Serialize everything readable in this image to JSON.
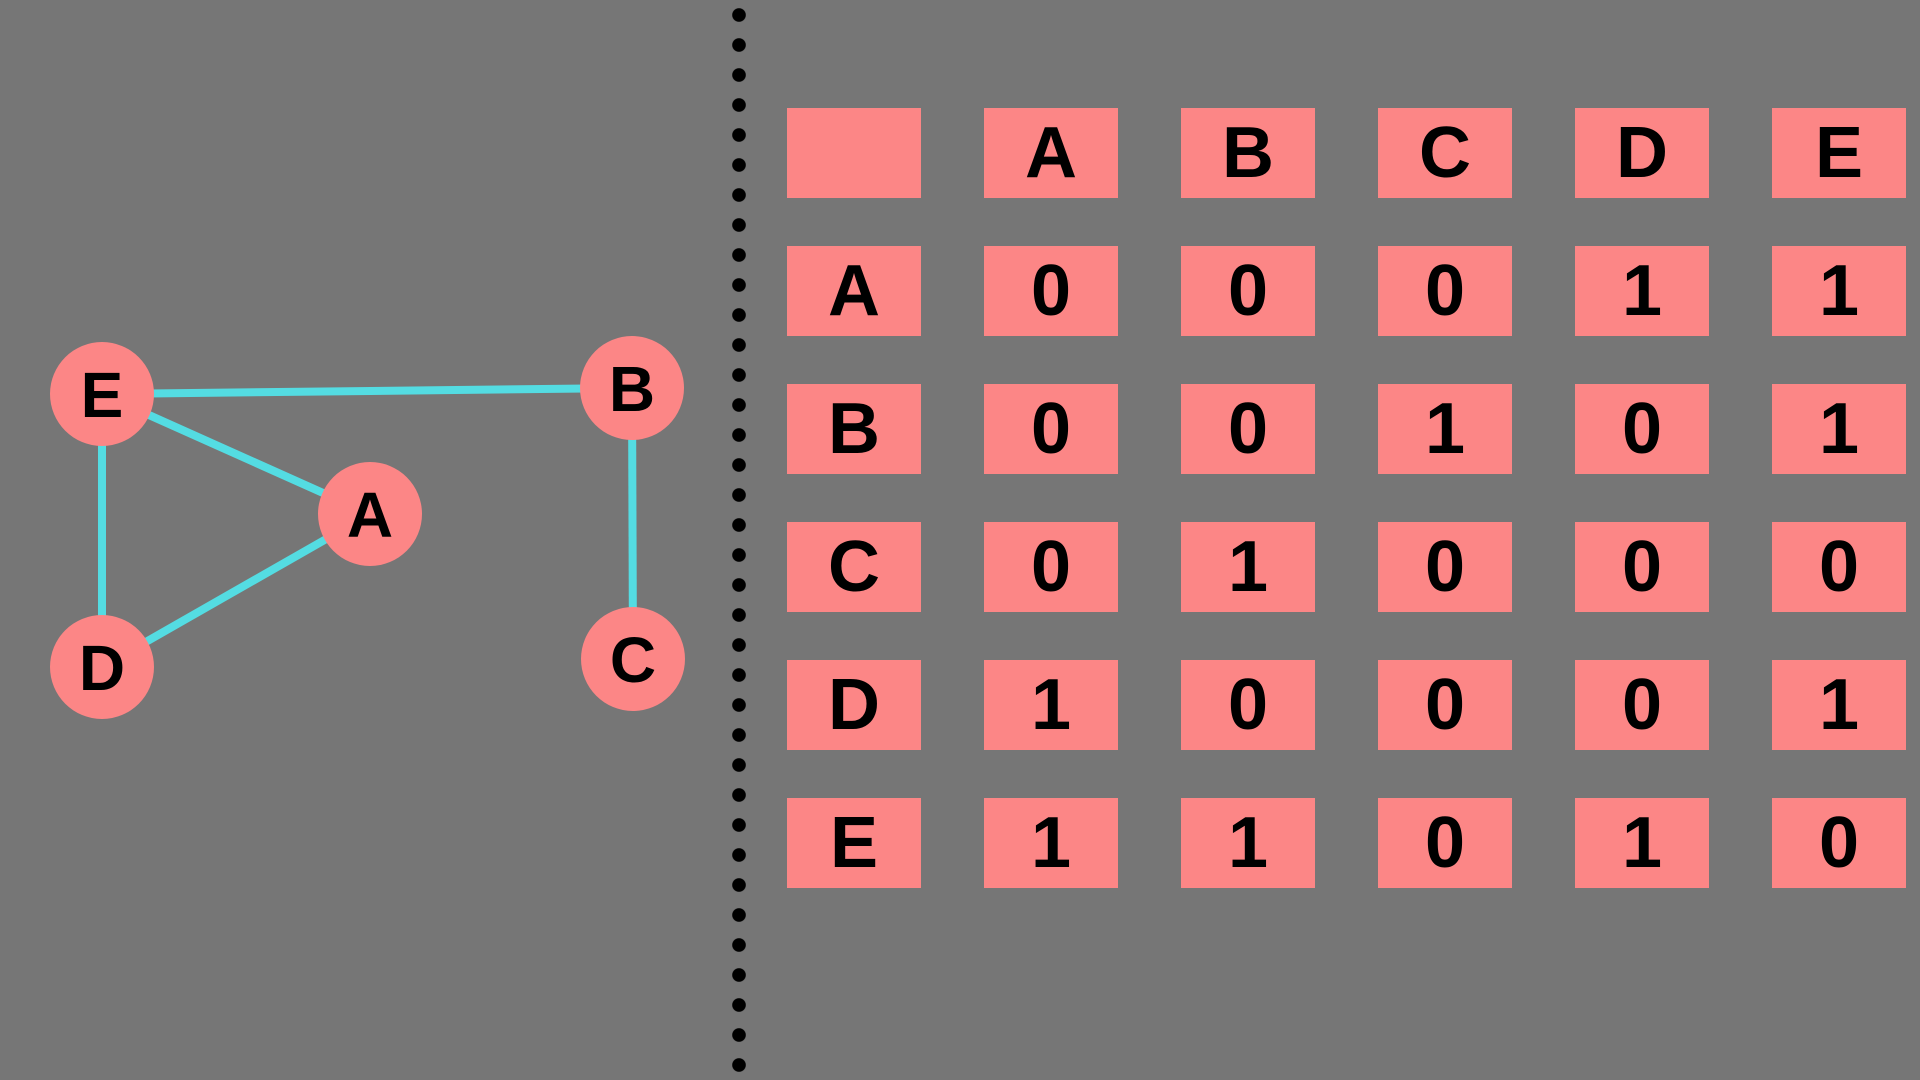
{
  "colors": {
    "background": "#767676",
    "node_fill": "#FC8686",
    "edge": "#54DCE2",
    "matrix_cell_fill": "#FC8686",
    "text": "#000000",
    "divider_dot": "#000000"
  },
  "graph": {
    "nodes": [
      {
        "id": "A",
        "label": "A"
      },
      {
        "id": "B",
        "label": "B"
      },
      {
        "id": "C",
        "label": "C"
      },
      {
        "id": "D",
        "label": "D"
      },
      {
        "id": "E",
        "label": "E"
      }
    ],
    "edges": [
      {
        "from": "E",
        "to": "B"
      },
      {
        "from": "E",
        "to": "A"
      },
      {
        "from": "E",
        "to": "D"
      },
      {
        "from": "A",
        "to": "D"
      },
      {
        "from": "B",
        "to": "C"
      }
    ]
  },
  "matrix": {
    "header": [
      "",
      "A",
      "B",
      "C",
      "D",
      "E"
    ],
    "rows": [
      {
        "label": "A",
        "values": [
          "0",
          "0",
          "0",
          "1",
          "1"
        ]
      },
      {
        "label": "B",
        "values": [
          "0",
          "0",
          "1",
          "0",
          "1"
        ]
      },
      {
        "label": "C",
        "values": [
          "0",
          "1",
          "0",
          "0",
          "0"
        ]
      },
      {
        "label": "D",
        "values": [
          "1",
          "0",
          "0",
          "0",
          "1"
        ]
      },
      {
        "label": "E",
        "values": [
          "1",
          "1",
          "0",
          "1",
          "0"
        ]
      }
    ]
  }
}
